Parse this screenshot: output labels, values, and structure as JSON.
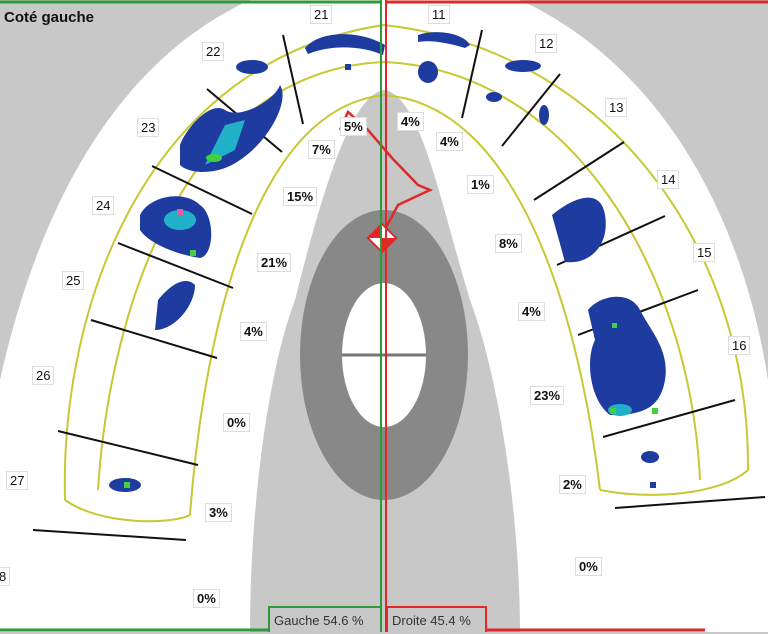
{
  "title": "Coté gauche",
  "colors": {
    "left": "#2e9a3a",
    "right": "#e02828",
    "arch_outline": "#c8c832",
    "contact_low": "#1e3ca0",
    "contact_mid": "#20b0c8",
    "contact_high": "#40d040"
  },
  "teeth_left": [
    {
      "number": "21",
      "percent": "5%"
    },
    {
      "number": "22",
      "percent": "7%"
    },
    {
      "number": "23",
      "percent": "15%"
    },
    {
      "number": "24",
      "percent": "21%"
    },
    {
      "number": "25",
      "percent": "4%"
    },
    {
      "number": "26",
      "percent": "0%"
    },
    {
      "number": "27",
      "percent": "3%"
    },
    {
      "number": "8",
      "percent": "0%"
    }
  ],
  "teeth_right": [
    {
      "number": "11",
      "percent": "4%"
    },
    {
      "number": "12",
      "percent": "4%"
    },
    {
      "number": "13",
      "percent": "1%"
    },
    {
      "number": "14",
      "percent": "8%"
    },
    {
      "number": "15",
      "percent": "4%"
    },
    {
      "number": "16",
      "percent": "23%"
    },
    {
      "number": "",
      "percent": "2%"
    },
    {
      "number": "",
      "percent": "0%"
    }
  ],
  "force_left": "Gauche 54.6 %",
  "force_right": "Droite 45.4 %"
}
